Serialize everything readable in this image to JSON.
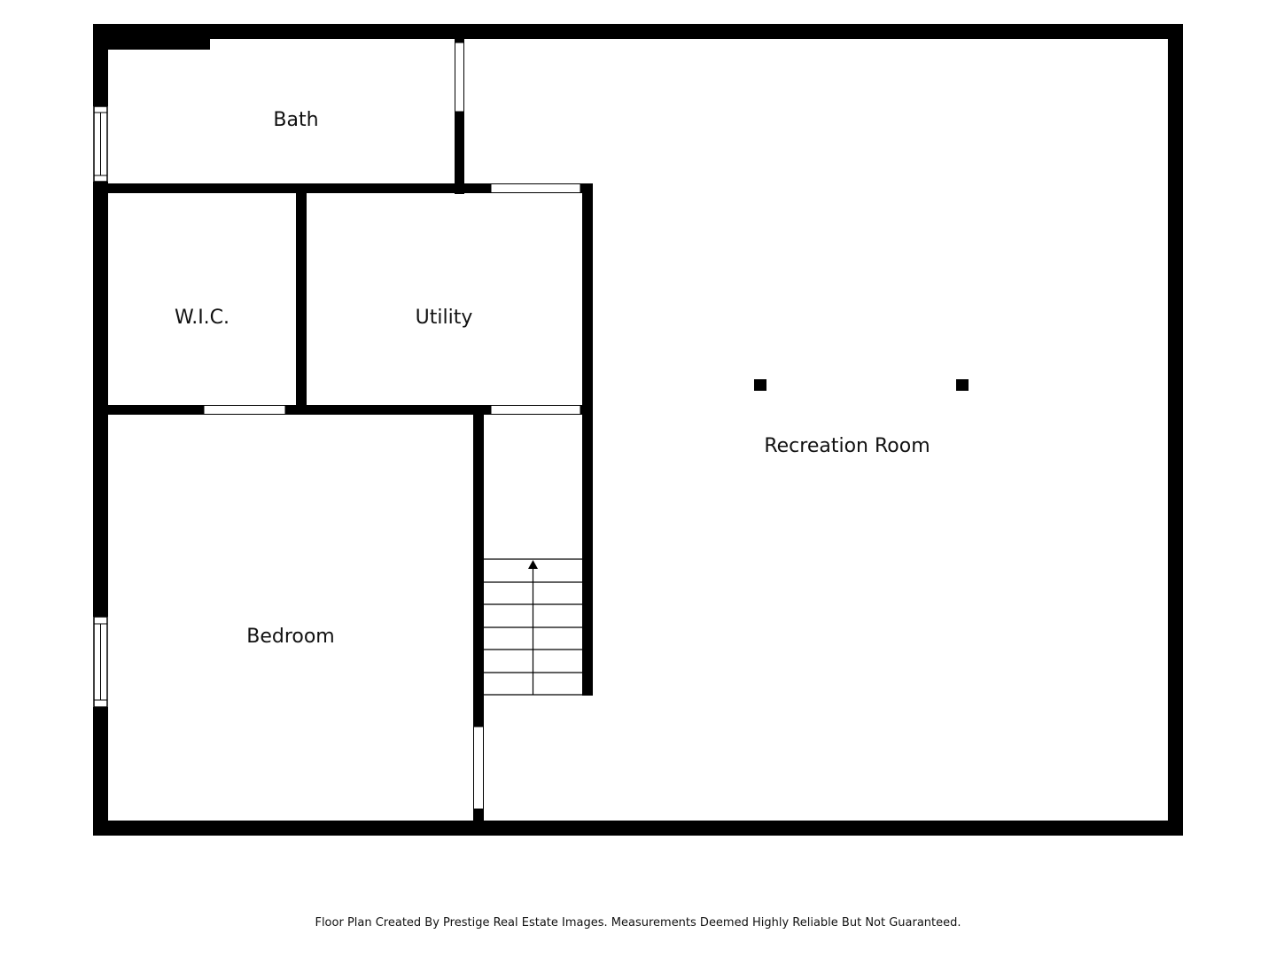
{
  "colors": {
    "wall": "#000000",
    "background": "#ffffff",
    "opening": "#ffffff",
    "window_frame": "#000000"
  },
  "rooms": {
    "bath": "Bath",
    "wic": "W.I.C.",
    "utility": "Utility",
    "bedroom": "Bedroom",
    "recreation": "Recreation Room"
  },
  "icons": {
    "stairs": "stairs-up-arrow-icon",
    "column": "support-column-icon"
  },
  "footer": {
    "credit": "Floor Plan Created By Prestige Real Estate Images. Measurements Deemed Highly Reliable But Not Guaranteed."
  }
}
